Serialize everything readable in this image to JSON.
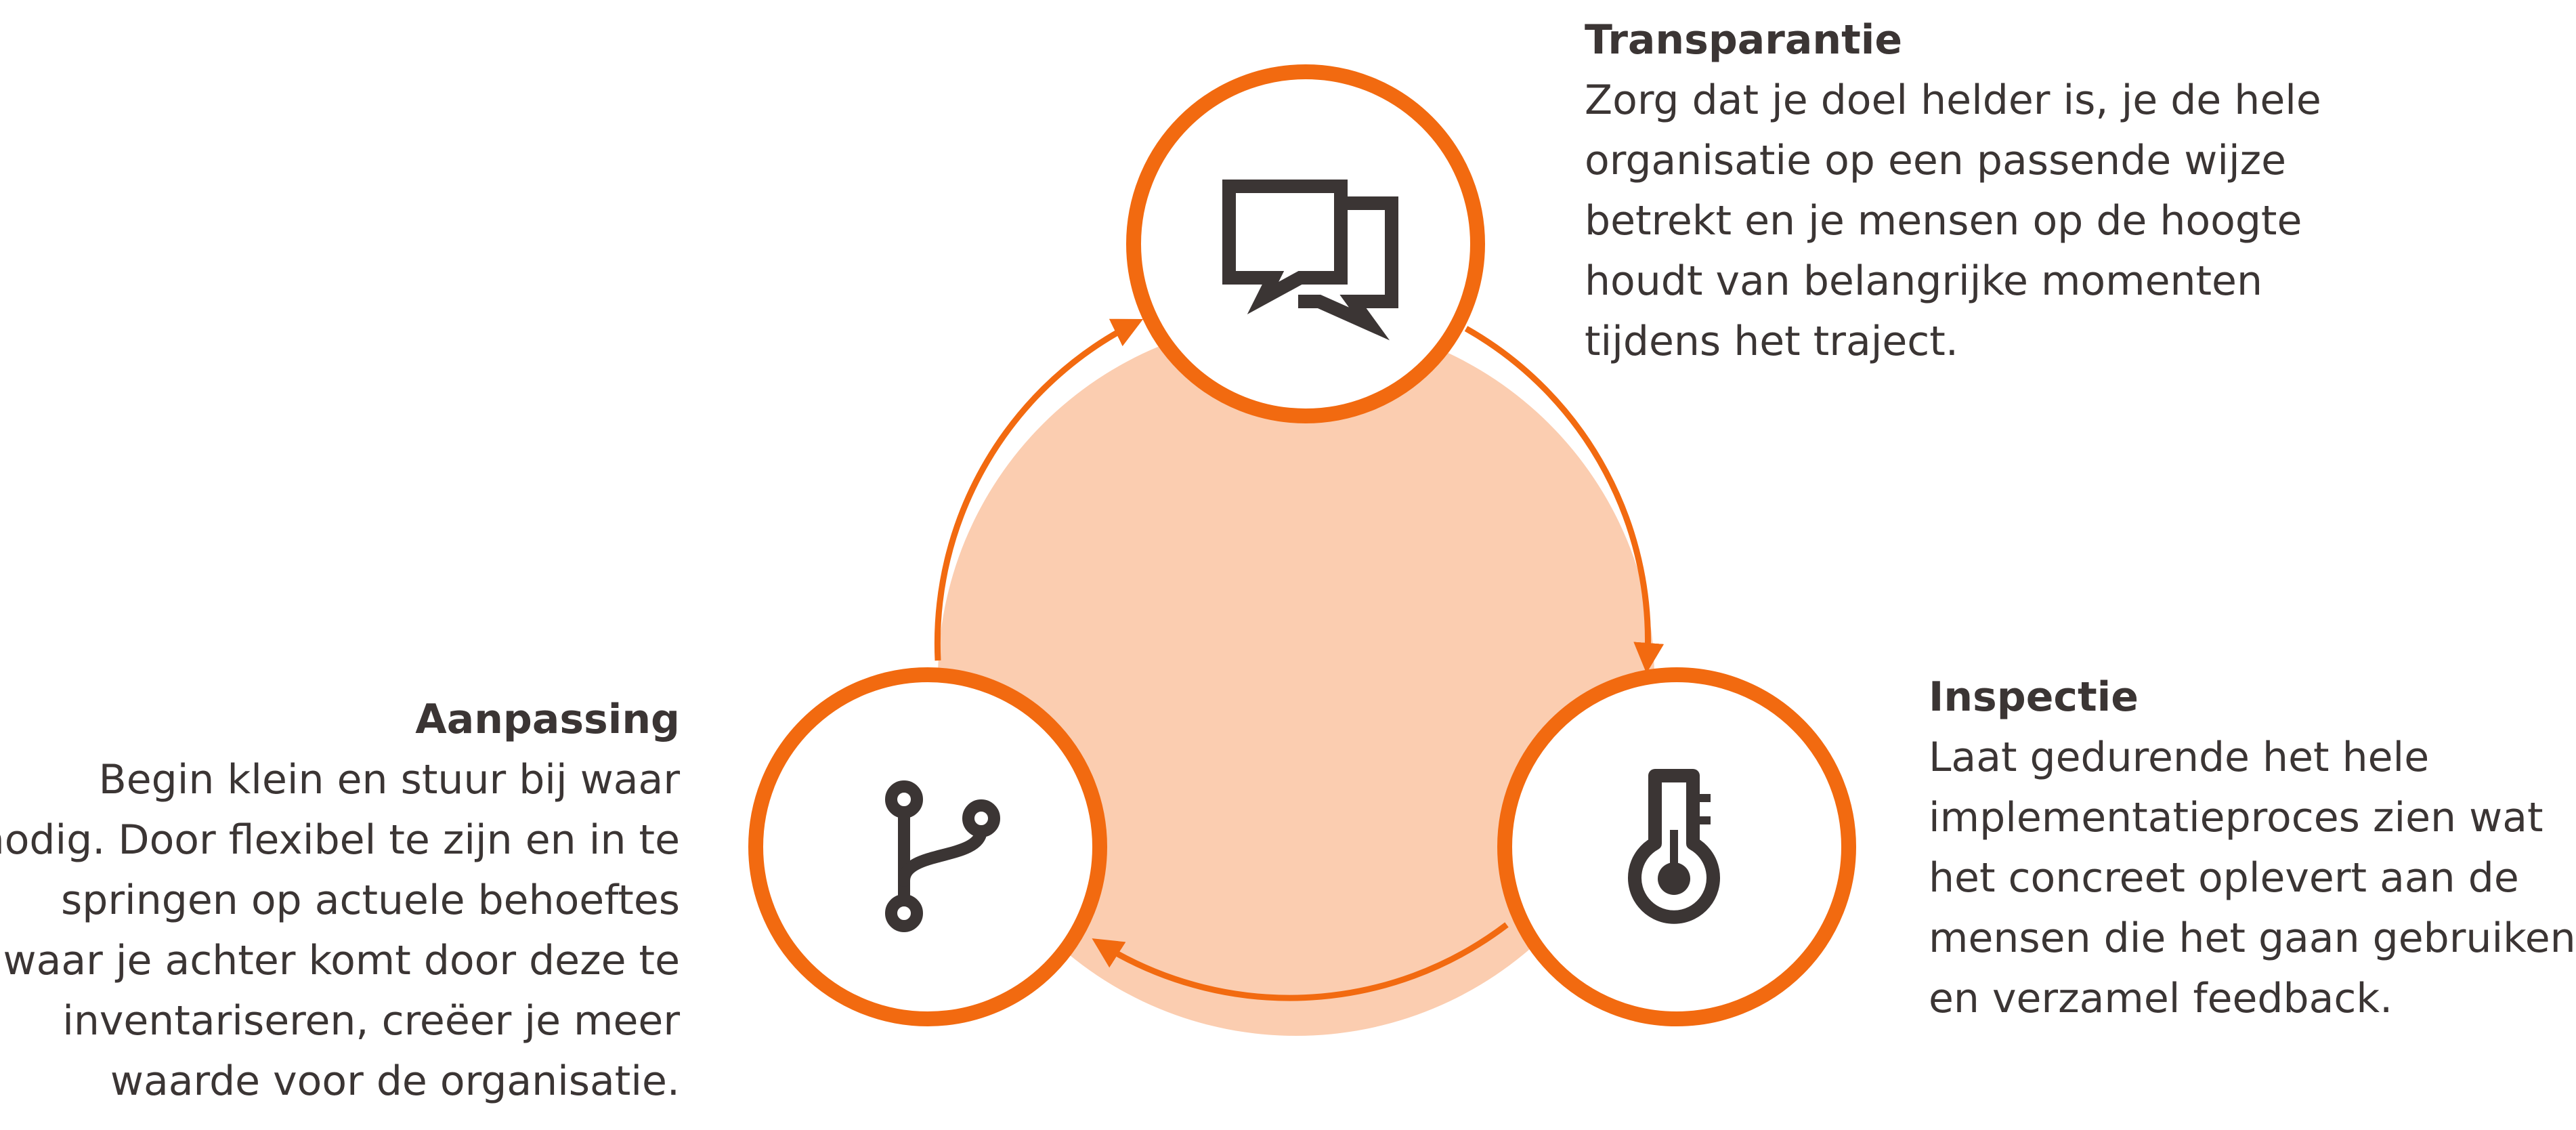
{
  "colors": {
    "accent": "#F26A10",
    "fill": "#FBCDB0",
    "text": "#3B3534",
    "icon": "#3B3534",
    "node_fill": "#FFFFFF"
  },
  "nodes": {
    "transparantie": {
      "icon": "chat-bubbles-icon",
      "heading": "Transparantie",
      "lines": [
        "Zorg dat je doel helder is, je de hele",
        "organisatie op een passende wijze",
        "betrekt en je mensen op de hoogte",
        "houdt van belangrijke momenten",
        "tijdens het traject."
      ]
    },
    "inspectie": {
      "icon": "thermometer-icon",
      "heading": "Inspectie",
      "lines": [
        "Laat gedurende het hele",
        "implementatieproces zien wat",
        "het concreet oplevert aan de",
        "mensen die het gaan gebruiken",
        "en verzamel feedback."
      ]
    },
    "aanpassing": {
      "icon": "git-branch-icon",
      "heading": "Aanpassing",
      "lines": [
        "Begin klein en stuur bij waar",
        "nodig. Door flexibel te zijn en in te",
        "springen op actuele behoeftes",
        "waar je achter komt door deze te",
        "inventariseren, creëer je meer",
        "waarde voor de organisatie."
      ]
    }
  }
}
